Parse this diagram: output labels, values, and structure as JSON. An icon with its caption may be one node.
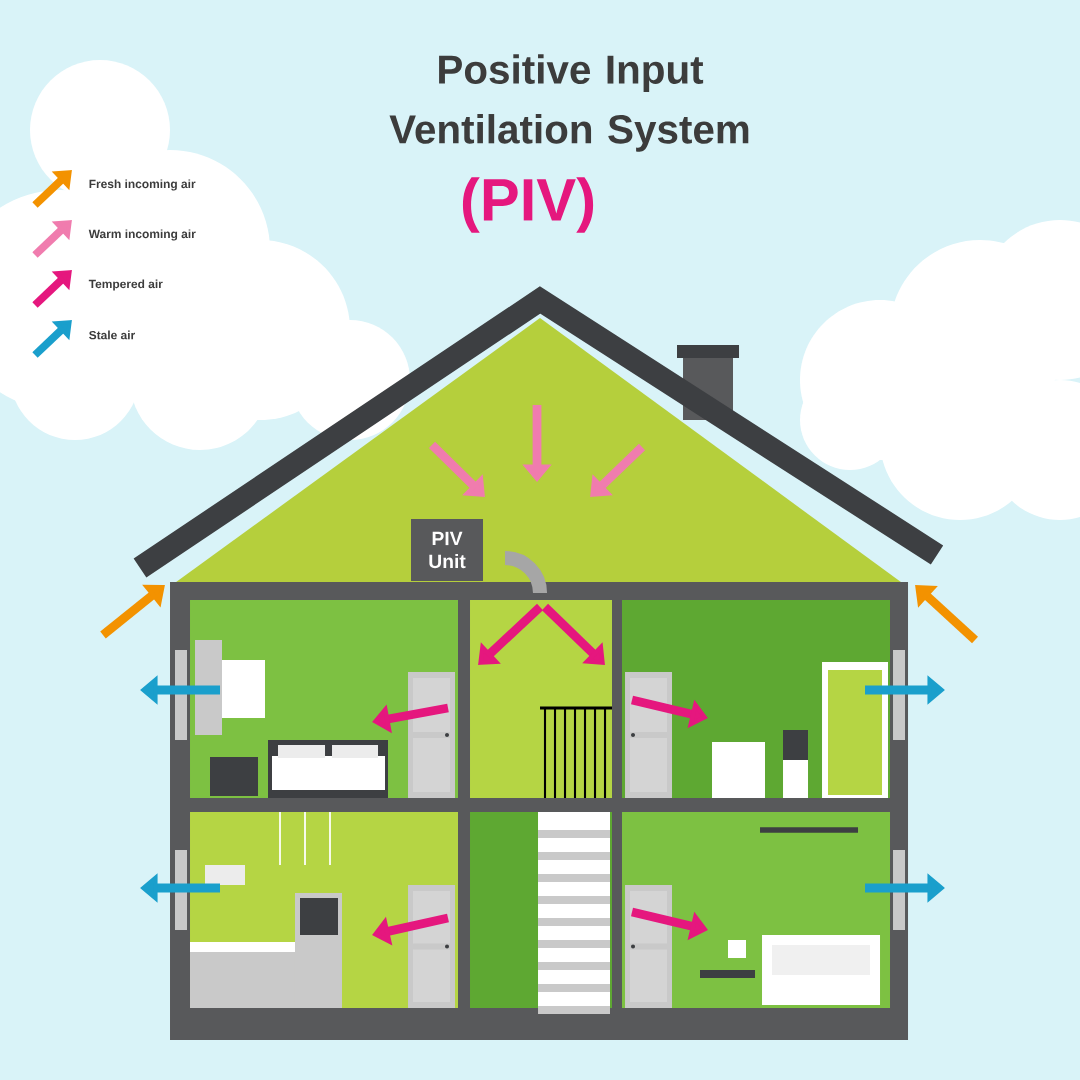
{
  "diagram": {
    "title": "Positive Input Ventilation System",
    "nodes": [
      {
        "text": [
          "PIV Unit"
        ]
      }
    ],
    "labels": [
      "(PIV)"
    ],
    "legend": [
      {
        "text": "Fresh incoming air",
        "color": "#f39200"
      },
      {
        "text": "Warm incoming air",
        "color": "#f07cae"
      },
      {
        "text": "Tempered air",
        "color": "#e5177e"
      },
      {
        "text": "Stale air",
        "color": "#1a9fcc"
      }
    ]
  }
}
